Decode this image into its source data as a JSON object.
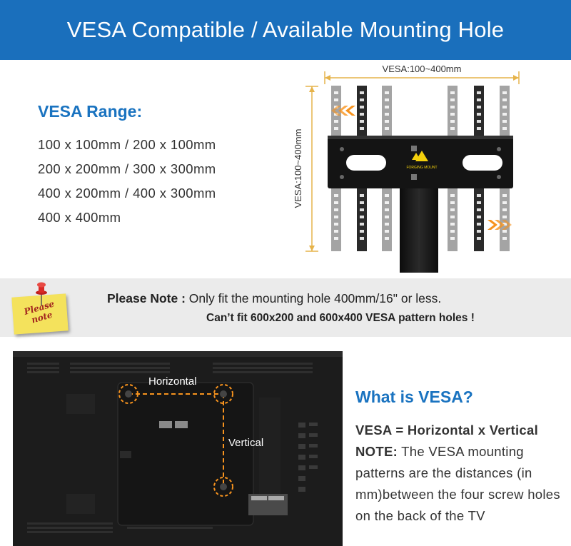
{
  "banner": {
    "title": "VESA Compatible / Available Mounting Hole"
  },
  "vesa_range": {
    "title": "VESA Range:",
    "items": [
      "100 x 100mm / 200 x 100mm",
      "200 x 200mm / 300 x 300mm",
      "400 x 200mm / 400 x 300mm",
      "400 x 400mm"
    ]
  },
  "mount_diagram": {
    "width_label": "VESA:100~400mm",
    "height_label": "VESA:100~400mm",
    "brand_label": "FORGING MOUNT"
  },
  "note": {
    "sticky_text": "Please\nnote",
    "label": "Please Note :",
    "line1": "Only fit the mounting hole 400mm/16\" or less.",
    "line2": "Can’t fit 600x200 and 600x400 VESA pattern holes !"
  },
  "tv_diagram": {
    "horizontal_label": "Horizontal",
    "vertical_label": "Vertical"
  },
  "what_is_vesa": {
    "title": "What is VESA?",
    "formula": "VESA = Horizontal x Vertical",
    "note_label": "NOTE:",
    "note_text": " The VESA mounting patterns are the distances (in mm)between the four screw holes on the back of the TV"
  },
  "colors": {
    "banner": "#1a6fbc",
    "accent_blue": "#1a73c0",
    "orange": "#f7931e",
    "dimension_gold": "#e6b34a",
    "note_band": "#ebebeb",
    "sticky": "#f4e25c"
  }
}
